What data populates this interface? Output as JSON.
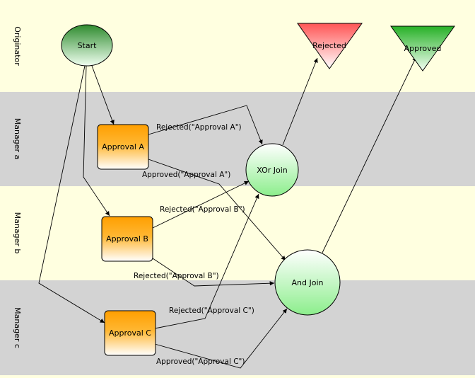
{
  "lanes": [
    {
      "id": "originator",
      "label": "Originator",
      "color": "#ffffe0"
    },
    {
      "id": "manager-a",
      "label": "Manager a",
      "color": "#d3d3d3"
    },
    {
      "id": "manager-b",
      "label": "Manager b",
      "color": "#ffffe0"
    },
    {
      "id": "manager-c",
      "label": "Manager c",
      "color": "#d3d3d3"
    }
  ],
  "nodes": {
    "start": {
      "label": "Start",
      "shape": "ellipse",
      "gradient": [
        "#3aa63a",
        "#ffffff"
      ]
    },
    "approval_a": {
      "label": "Approval A",
      "shape": "rounded-rect",
      "gradient": [
        "#ff9f00",
        "#ffffff"
      ]
    },
    "approval_b": {
      "label": "Approval B",
      "shape": "rounded-rect",
      "gradient": [
        "#ff9f00",
        "#ffffff"
      ]
    },
    "approval_c": {
      "label": "Approval C",
      "shape": "rounded-rect",
      "gradient": [
        "#ff9f00",
        "#ffffff"
      ]
    },
    "xor_join": {
      "label": "XOr Join",
      "shape": "circle",
      "gradient": [
        "#ffffff",
        "#90ee90"
      ]
    },
    "and_join": {
      "label": "And Join",
      "shape": "circle",
      "gradient": [
        "#ffffff",
        "#90ee90"
      ]
    },
    "rejected": {
      "label": "Rejected",
      "shape": "triangle-down",
      "gradient": [
        "#ff5555",
        "#ffffff"
      ]
    },
    "approved": {
      "label": "Approved",
      "shape": "triangle-down",
      "gradient": [
        "#2eb82e",
        "#ffffff"
      ]
    }
  },
  "edges": [
    {
      "from": "start",
      "to": "approval_a",
      "label": ""
    },
    {
      "from": "start",
      "to": "approval_b",
      "label": ""
    },
    {
      "from": "start",
      "to": "approval_c",
      "label": ""
    },
    {
      "from": "approval_a",
      "to": "xor_join",
      "label": "Rejected(\"Approval A\")"
    },
    {
      "from": "approval_a",
      "to": "and_join",
      "label": "Approved(\"Approval A\")"
    },
    {
      "from": "approval_b",
      "to": "xor_join",
      "label": "Rejected(\"Approval B\")"
    },
    {
      "from": "approval_b",
      "to": "and_join",
      "label": "Rejected(\"Approval B\")"
    },
    {
      "from": "approval_c",
      "to": "xor_join",
      "label": "Rejected(\"Approval C\")"
    },
    {
      "from": "approval_c",
      "to": "and_join",
      "label": "Approved(\"Approval C\")"
    },
    {
      "from": "xor_join",
      "to": "rejected",
      "label": ""
    },
    {
      "from": "and_join",
      "to": "approved",
      "label": ""
    }
  ]
}
